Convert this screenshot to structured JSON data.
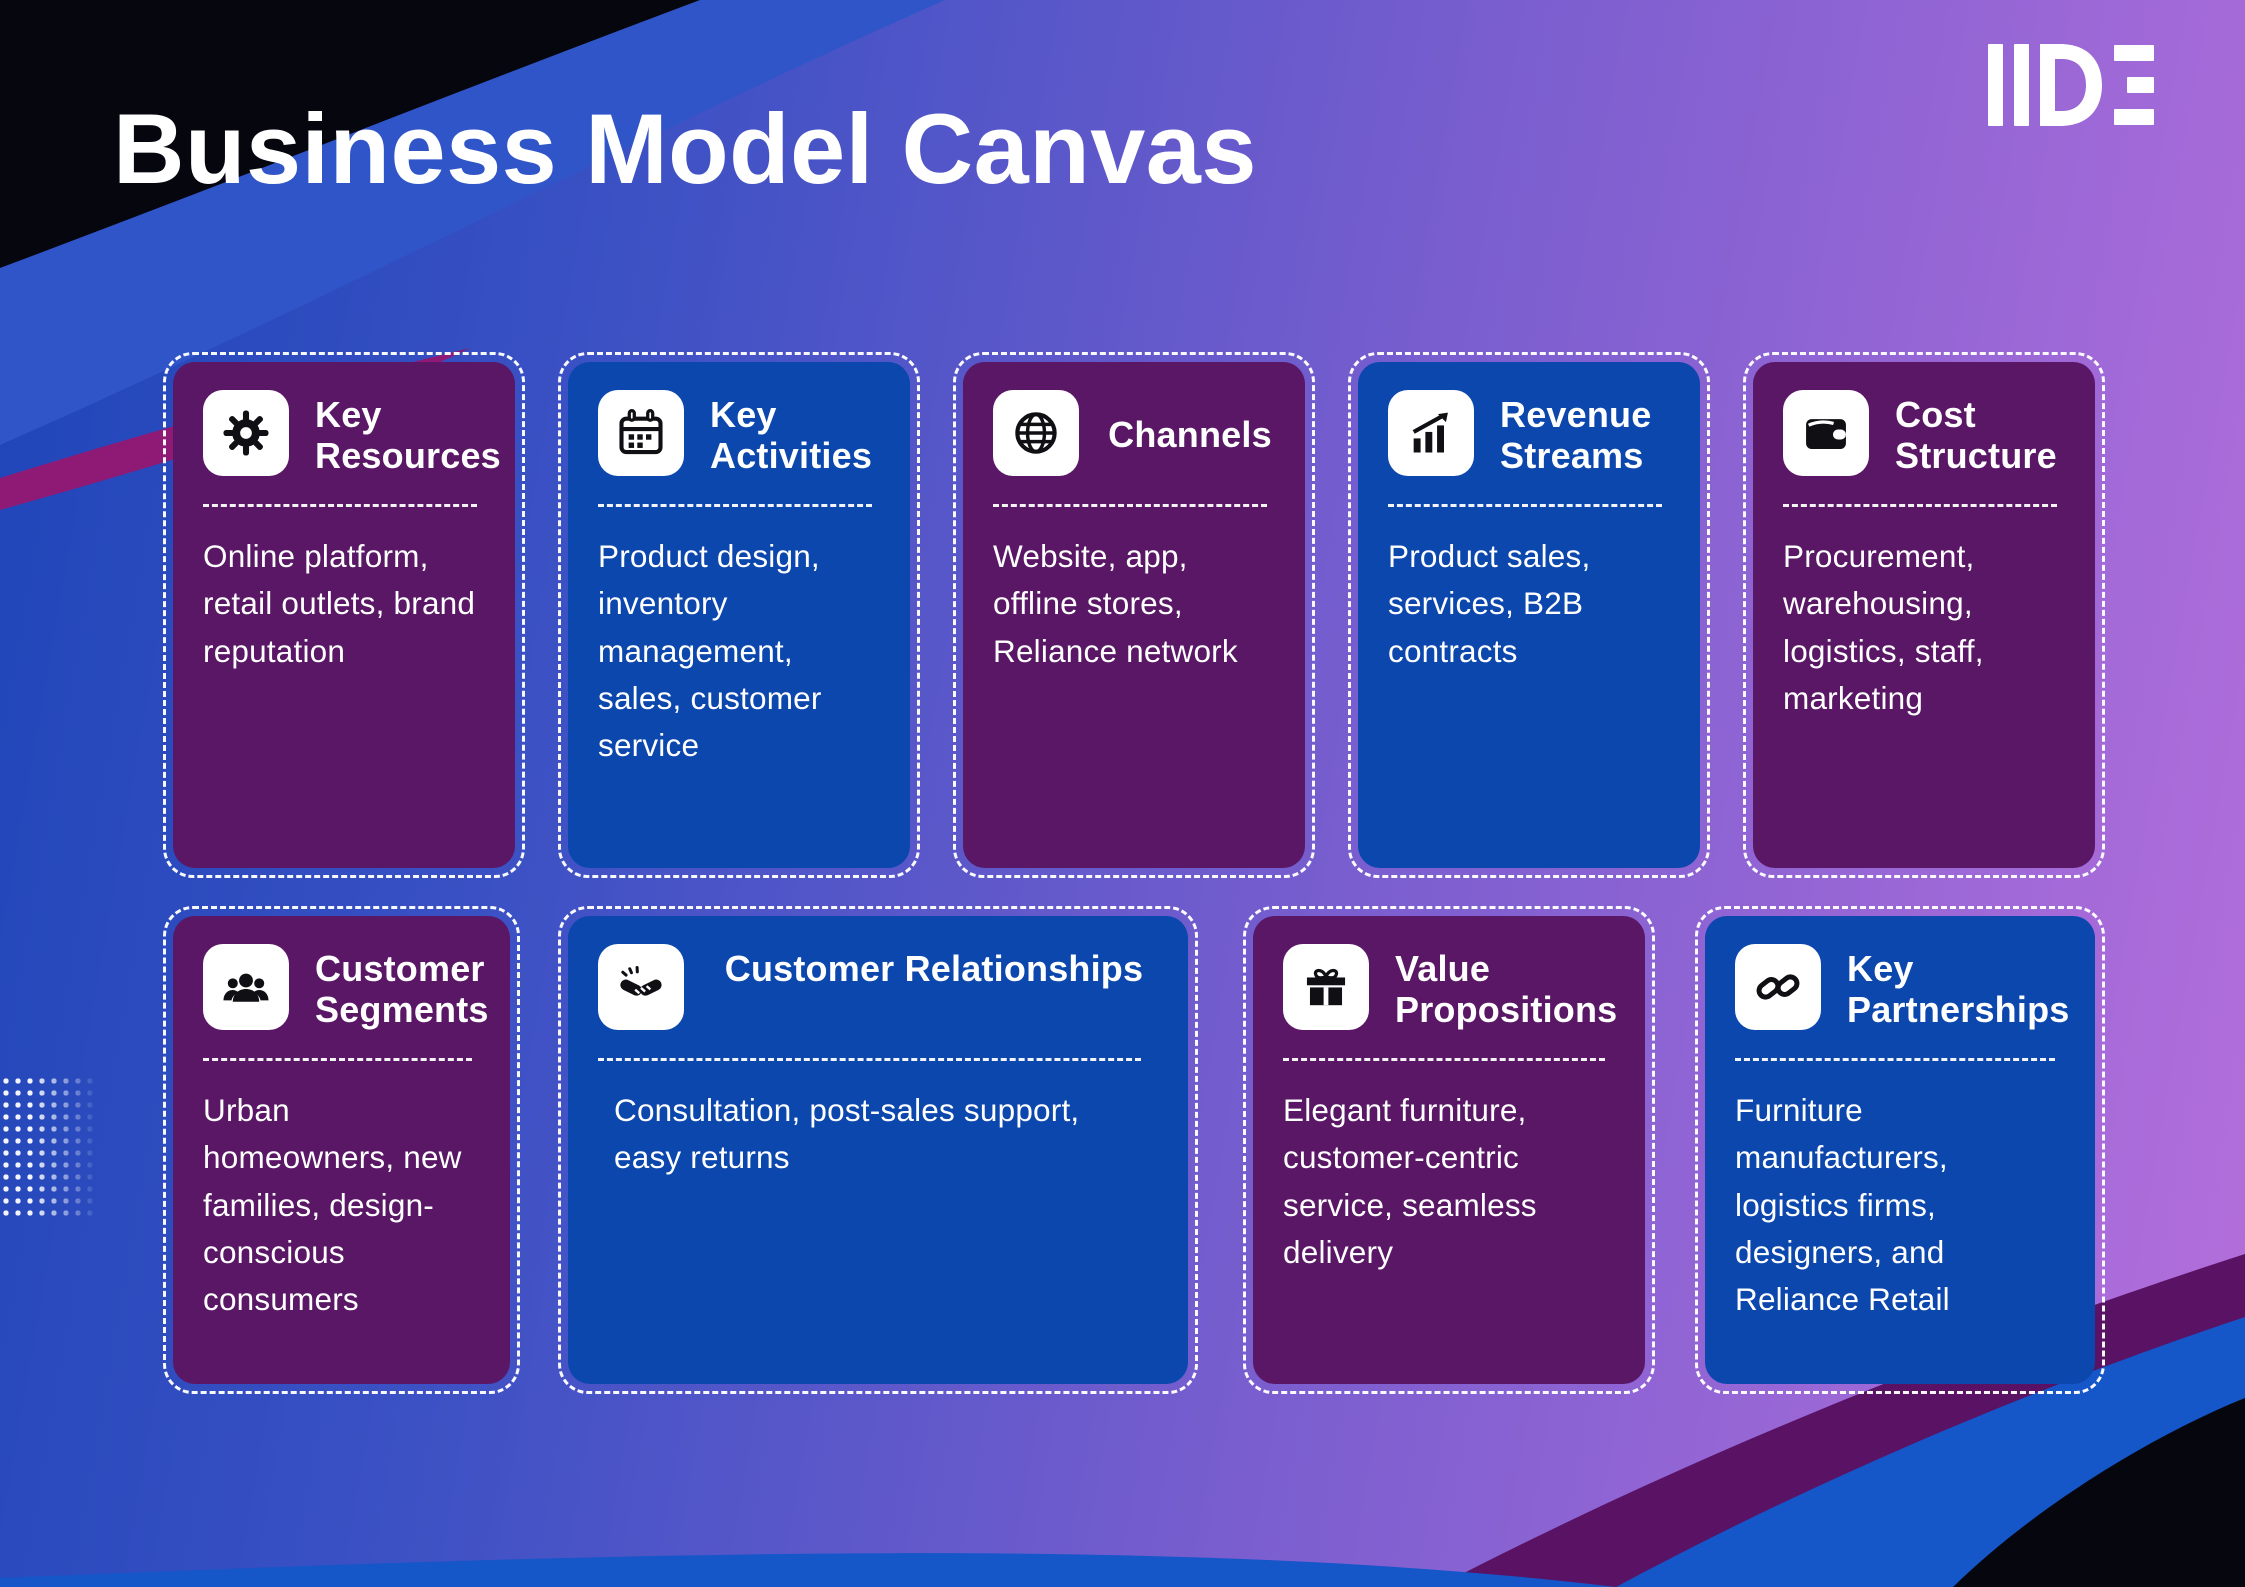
{
  "page": {
    "title": "Business Model Canvas",
    "brand": "IIDE"
  },
  "colors": {
    "background_gradient_left": "#1D45B8",
    "background_gradient_right": "#B56FDC",
    "card_purple": "#5A1766",
    "card_blue": "#0C47AD",
    "top_wave_blue": "#2F55C9",
    "accent_magenta": "#8E1A75",
    "corner_dark": "#06060E",
    "bottom_band_purple": "#591264",
    "bottom_band_blue": "#1556C9",
    "text": "#FFFFFF"
  },
  "cards": [
    {
      "id": "key-resources",
      "icon": "gear-icon",
      "color": "purple",
      "title": "Key Resources",
      "body": "Online platform, retail outlets, brand reputation"
    },
    {
      "id": "key-activities",
      "icon": "calendar-icon",
      "color": "blue",
      "title": "Key Activities",
      "body": "Product design, inventory management, sales, customer service"
    },
    {
      "id": "channels",
      "icon": "globe-icon",
      "color": "purple",
      "title": "Channels",
      "body": "Website, app, offline stores, Reliance network"
    },
    {
      "id": "revenue-streams",
      "icon": "chart-up-icon",
      "color": "blue",
      "title": "Revenue Streams",
      "body": "Product sales, services, B2B contracts"
    },
    {
      "id": "cost-structure",
      "icon": "wallet-icon",
      "color": "purple",
      "title": "Cost Structure",
      "body": "Procurement, warehousing, logistics, staff, marketing"
    },
    {
      "id": "customer-segments",
      "icon": "people-icon",
      "color": "purple",
      "title": "Customer Segments",
      "body": "Urban homeowners, new families, design-conscious consumers"
    },
    {
      "id": "customer-relationships",
      "icon": "handshake-icon",
      "color": "blue",
      "title": "Customer Relationships",
      "body": "Consultation, post-sales support, easy returns"
    },
    {
      "id": "value-propositions",
      "icon": "gift-icon",
      "color": "purple",
      "title": "Value Propositions",
      "body": "Elegant furniture, customer-centric service, seamless delivery"
    },
    {
      "id": "key-partnerships",
      "icon": "link-icon",
      "color": "blue",
      "title": "Key Partnerships",
      "body": "Furniture manufacturers, logistics firms, designers, and Reliance Retail"
    }
  ]
}
